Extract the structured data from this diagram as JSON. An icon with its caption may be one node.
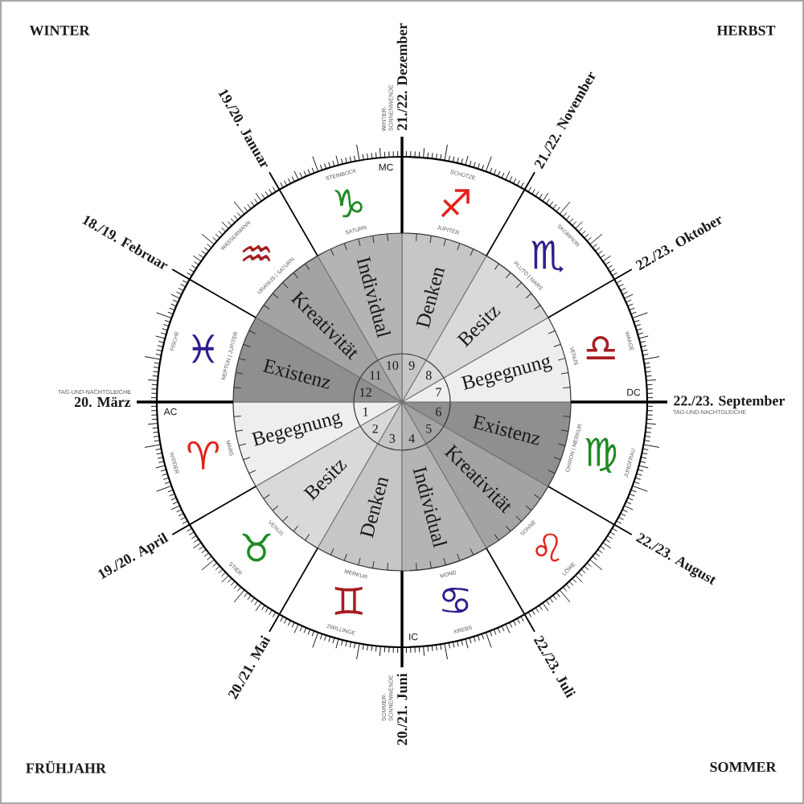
{
  "diagram": {
    "nodes": [
      {
        "text": [
          "1",
          "Begegnung"
        ]
      },
      {
        "text": [
          "2",
          "Besitz"
        ]
      },
      {
        "text": [
          "3",
          "Denken"
        ]
      },
      {
        "text": [
          "4",
          "Individual"
        ]
      },
      {
        "text": [
          "5",
          "Kreativität"
        ]
      },
      {
        "text": [
          "6",
          "Existenz"
        ]
      },
      {
        "text": [
          "7",
          "Begegnung"
        ]
      },
      {
        "text": [
          "8",
          "Besitz"
        ]
      },
      {
        "text": [
          "9",
          "Denken"
        ]
      },
      {
        "text": [
          "10",
          "Individual"
        ]
      },
      {
        "text": [
          "11",
          "Kreativität"
        ]
      },
      {
        "text": [
          "12",
          "Existenz"
        ]
      },
      {
        "text": [
          "♈",
          "WIDDER",
          "MARS"
        ]
      },
      {
        "text": [
          "♉",
          "STIER",
          "VENUS"
        ]
      },
      {
        "text": [
          "♊",
          "ZWILLINGE",
          "MERKUR"
        ]
      },
      {
        "text": [
          "♋",
          "KREBS",
          "MOND"
        ]
      },
      {
        "text": [
          "♌",
          "LÖWE",
          "SONNE"
        ]
      },
      {
        "text": [
          "♍",
          "JUNGFRAU",
          "CHIRON | MERKUR"
        ]
      },
      {
        "text": [
          "♎",
          "WAAGE",
          "VENUS"
        ]
      },
      {
        "text": [
          "♏",
          "SKORPION",
          "PLUTO | MARS"
        ]
      },
      {
        "text": [
          "♐",
          "SCHÜTZE",
          "JUPITER"
        ]
      },
      {
        "text": [
          "♑",
          "STEINBOCK",
          "SATURN"
        ]
      },
      {
        "text": [
          "♒",
          "WASSERMANN",
          "URANUS | SATURN"
        ]
      },
      {
        "text": [
          "♓",
          "FISCHE",
          "NEPTUN | JUPITER"
        ]
      }
    ],
    "labels": [
      "WINTER",
      "HERBST",
      "WINTER- SONNENWENDE",
      "21./22. Dezember",
      "19./20. Januar",
      "21./22. November",
      "MC",
      "18./19. Februar",
      "22./23. Oktober",
      "TAG-UND-NACHTGLEICHE",
      "20. März",
      "AC",
      "DC",
      "22./23. September",
      "TAG-UND-NACHTGLEICHE",
      "19./20. April",
      "22./23. August",
      "20./21. Mai",
      "IC",
      "22./23. Juli",
      "SOMMER- SONNENWENDE",
      "20./21. Juni",
      "FRÜHJAHR",
      "SOMMER"
    ]
  }
}
